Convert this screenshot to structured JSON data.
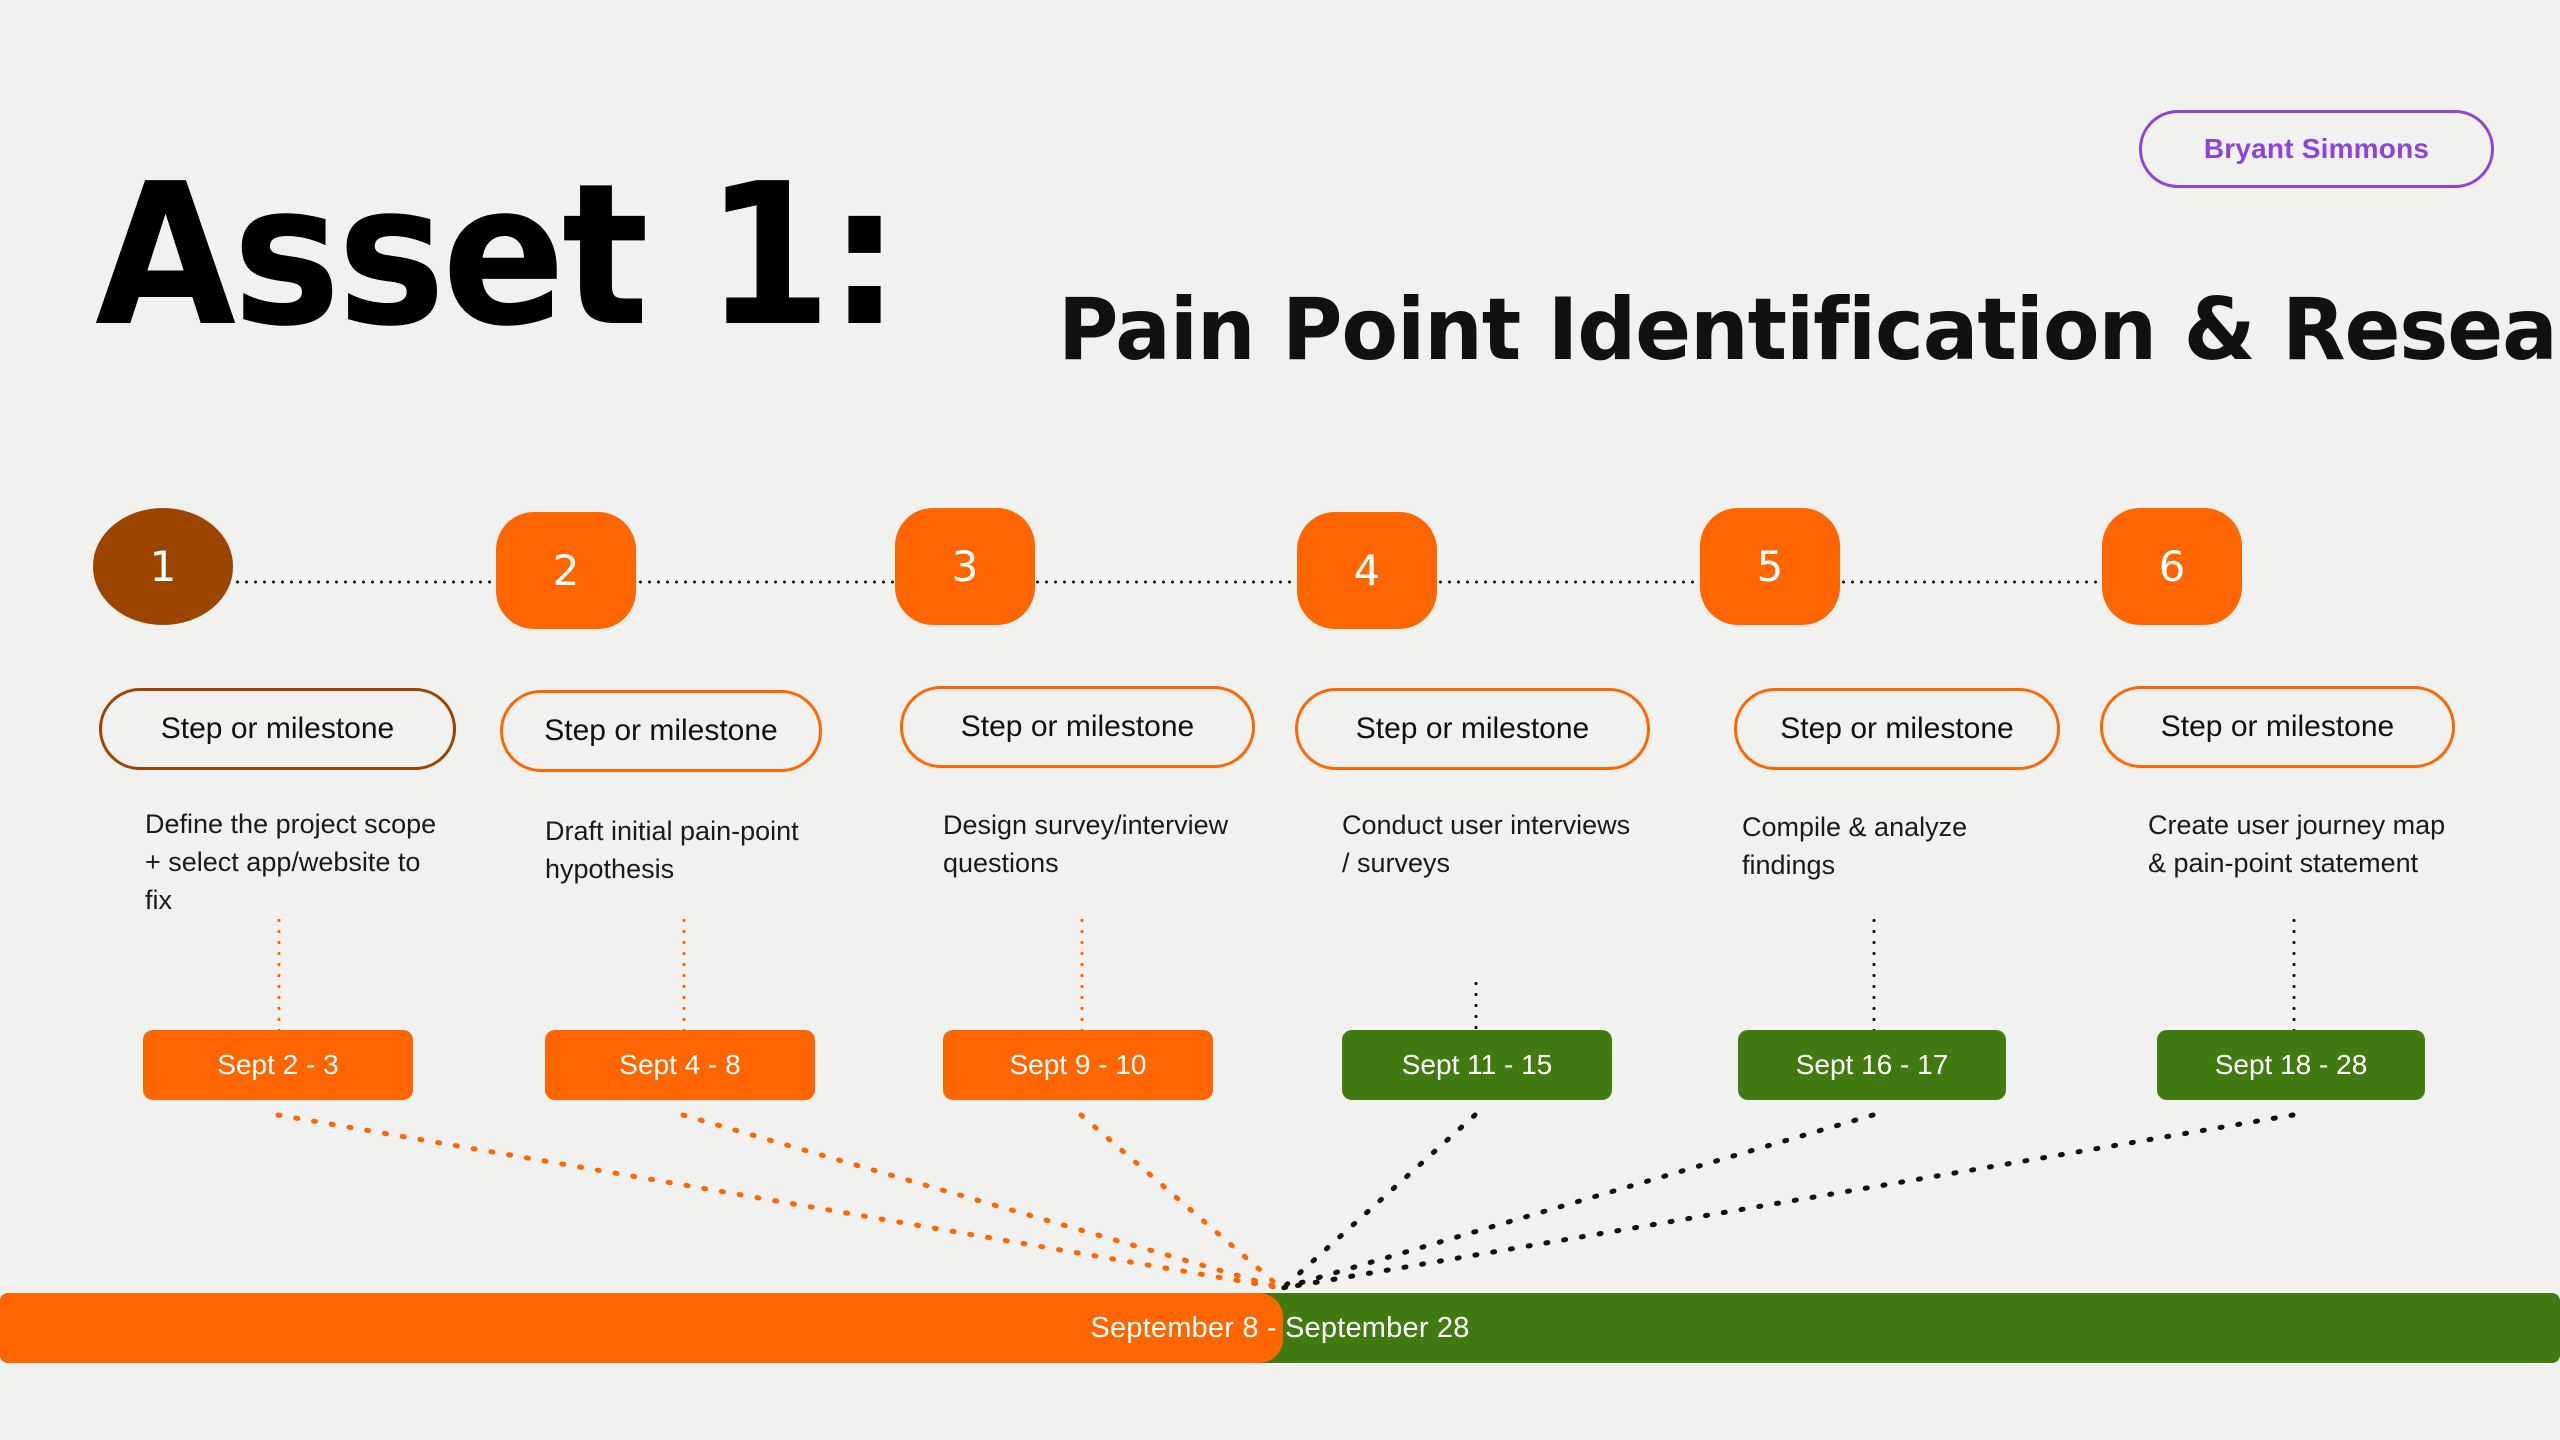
{
  "header": {
    "title": "Asset 1:",
    "subtitle": "Pain Point Identification & Research",
    "author_badge": "Bryant Simmons"
  },
  "colors": {
    "background": "#f1f1f0",
    "orange": "#ff6600",
    "dark_orange": "#9c4500",
    "green": "#417a11",
    "purple": "#8e44d8",
    "text": "#111111"
  },
  "steps": [
    {
      "number": "1",
      "milestone_label": "Step or milestone",
      "description": "Define the project scope + select app/website to fix",
      "date_label": "Sept 2 - 3",
      "node_color": "#9c4500",
      "node_shape": "ellipse",
      "chip_color": "#ff6600",
      "drop_color": "#ff6600"
    },
    {
      "number": "2",
      "milestone_label": "Step or milestone",
      "description": "Draft initial pain-point hypothesis",
      "date_label": "Sept 4 - 8",
      "node_color": "#ff6600",
      "node_shape": "rounded-square",
      "chip_color": "#ff6600",
      "drop_color": "#ff6600"
    },
    {
      "number": "3",
      "milestone_label": "Step or milestone",
      "description": "Design survey/interview questions",
      "date_label": "Sept 9 - 10",
      "node_color": "#ff6600",
      "node_shape": "rounded-square",
      "chip_color": "#ff6600",
      "drop_color": "#ff6600"
    },
    {
      "number": "4",
      "milestone_label": "Step or milestone",
      "description": "Conduct user interviews / surveys",
      "date_label": "Sept 11 - 15",
      "node_color": "#ff6600",
      "node_shape": "rounded-square",
      "chip_color": "#417a11",
      "drop_color": "#111111"
    },
    {
      "number": "5",
      "milestone_label": "Step or milestone",
      "description": "Compile & analyze findings",
      "date_label": "Sept 16 - 17",
      "node_color": "#ff6600",
      "node_shape": "rounded-square",
      "chip_color": "#417a11",
      "drop_color": "#111111"
    },
    {
      "number": "6",
      "milestone_label": "Step or milestone",
      "description": "Create user journey map & pain-point statement",
      "date_label": "Sept 18 - 28",
      "node_color": "#ff6600",
      "node_shape": "rounded-square",
      "chip_color": "#417a11",
      "drop_color": "#111111"
    }
  ],
  "summary": {
    "label": "September 8 - September 28",
    "orange_fraction": 0.501
  }
}
